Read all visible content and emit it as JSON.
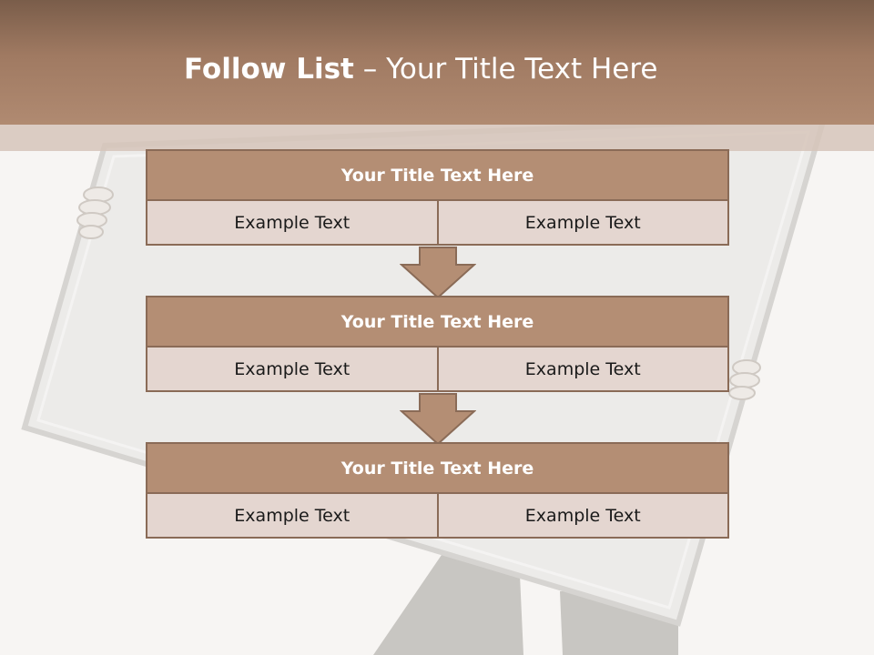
{
  "colors": {
    "header": "#a07a62",
    "block_title_fill": "#b48e74",
    "block_cell_fill": "#e4d6d0",
    "border": "#8a6b57",
    "arrow": "#b48e74"
  },
  "slide": {
    "title_bold": "Follow List",
    "title_sep": " – ",
    "title_rest": "Your Title Text Here"
  },
  "blocks": [
    {
      "title": "Your Title Text Here",
      "cells": [
        "Example Text",
        "Example Text"
      ]
    },
    {
      "title": "Your Title Text Here",
      "cells": [
        "Example Text",
        "Example Text"
      ]
    },
    {
      "title": "Your Title Text Here",
      "cells": [
        "Example Text",
        "Example Text"
      ]
    }
  ],
  "icons": [
    "down-arrow-icon",
    "down-arrow-icon"
  ]
}
